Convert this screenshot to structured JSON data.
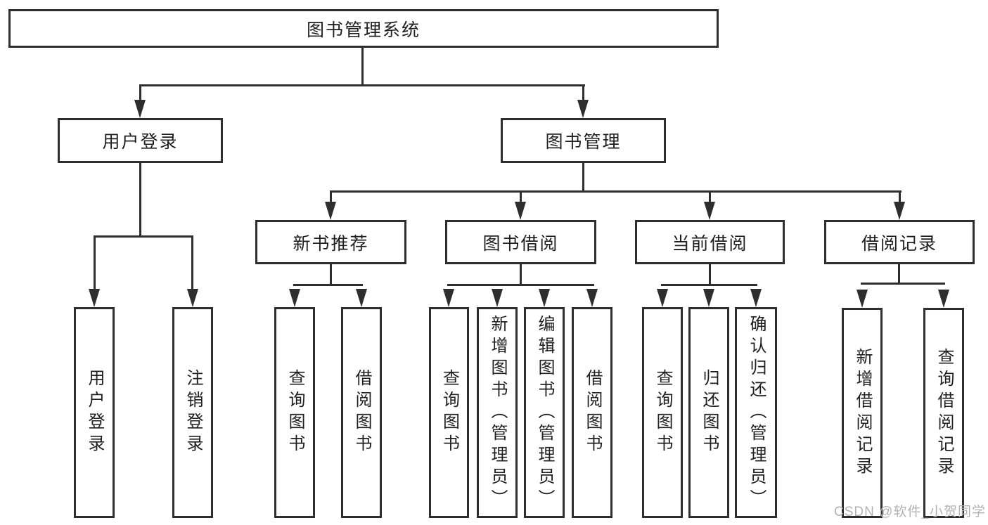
{
  "colors": {
    "line": "#2e2e2e",
    "text": "#1f1f1f",
    "wm": "#b2b2b2",
    "bg": "#ffffff"
  },
  "tree": {
    "root": {
      "label": "图书管理系统"
    },
    "level2": [
      {
        "label": "用户登录",
        "children": [
          {
            "label": "用户登录"
          },
          {
            "label": "注销登录"
          }
        ]
      },
      {
        "label": "图书管理",
        "children": [
          {
            "label": "新书推荐",
            "children": [
              {
                "label": "查询图书"
              },
              {
                "label": "借阅图书"
              }
            ]
          },
          {
            "label": "图书借阅",
            "children": [
              {
                "label": "查询图书"
              },
              {
                "label": "新增图书（管理员）"
              },
              {
                "label": "编辑图书（管理员）"
              },
              {
                "label": "借阅图书"
              }
            ]
          },
          {
            "label": "当前借阅",
            "children": [
              {
                "label": "查询图书"
              },
              {
                "label": "归还图书"
              },
              {
                "label": "确认归还（管理员）"
              }
            ]
          },
          {
            "label": "借阅记录",
            "children": [
              {
                "label": "新增借阅记录"
              },
              {
                "label": "查询借阅记录"
              }
            ]
          }
        ]
      }
    ]
  },
  "watermark": {
    "text": "CSDN @软件_小贺同学"
  }
}
